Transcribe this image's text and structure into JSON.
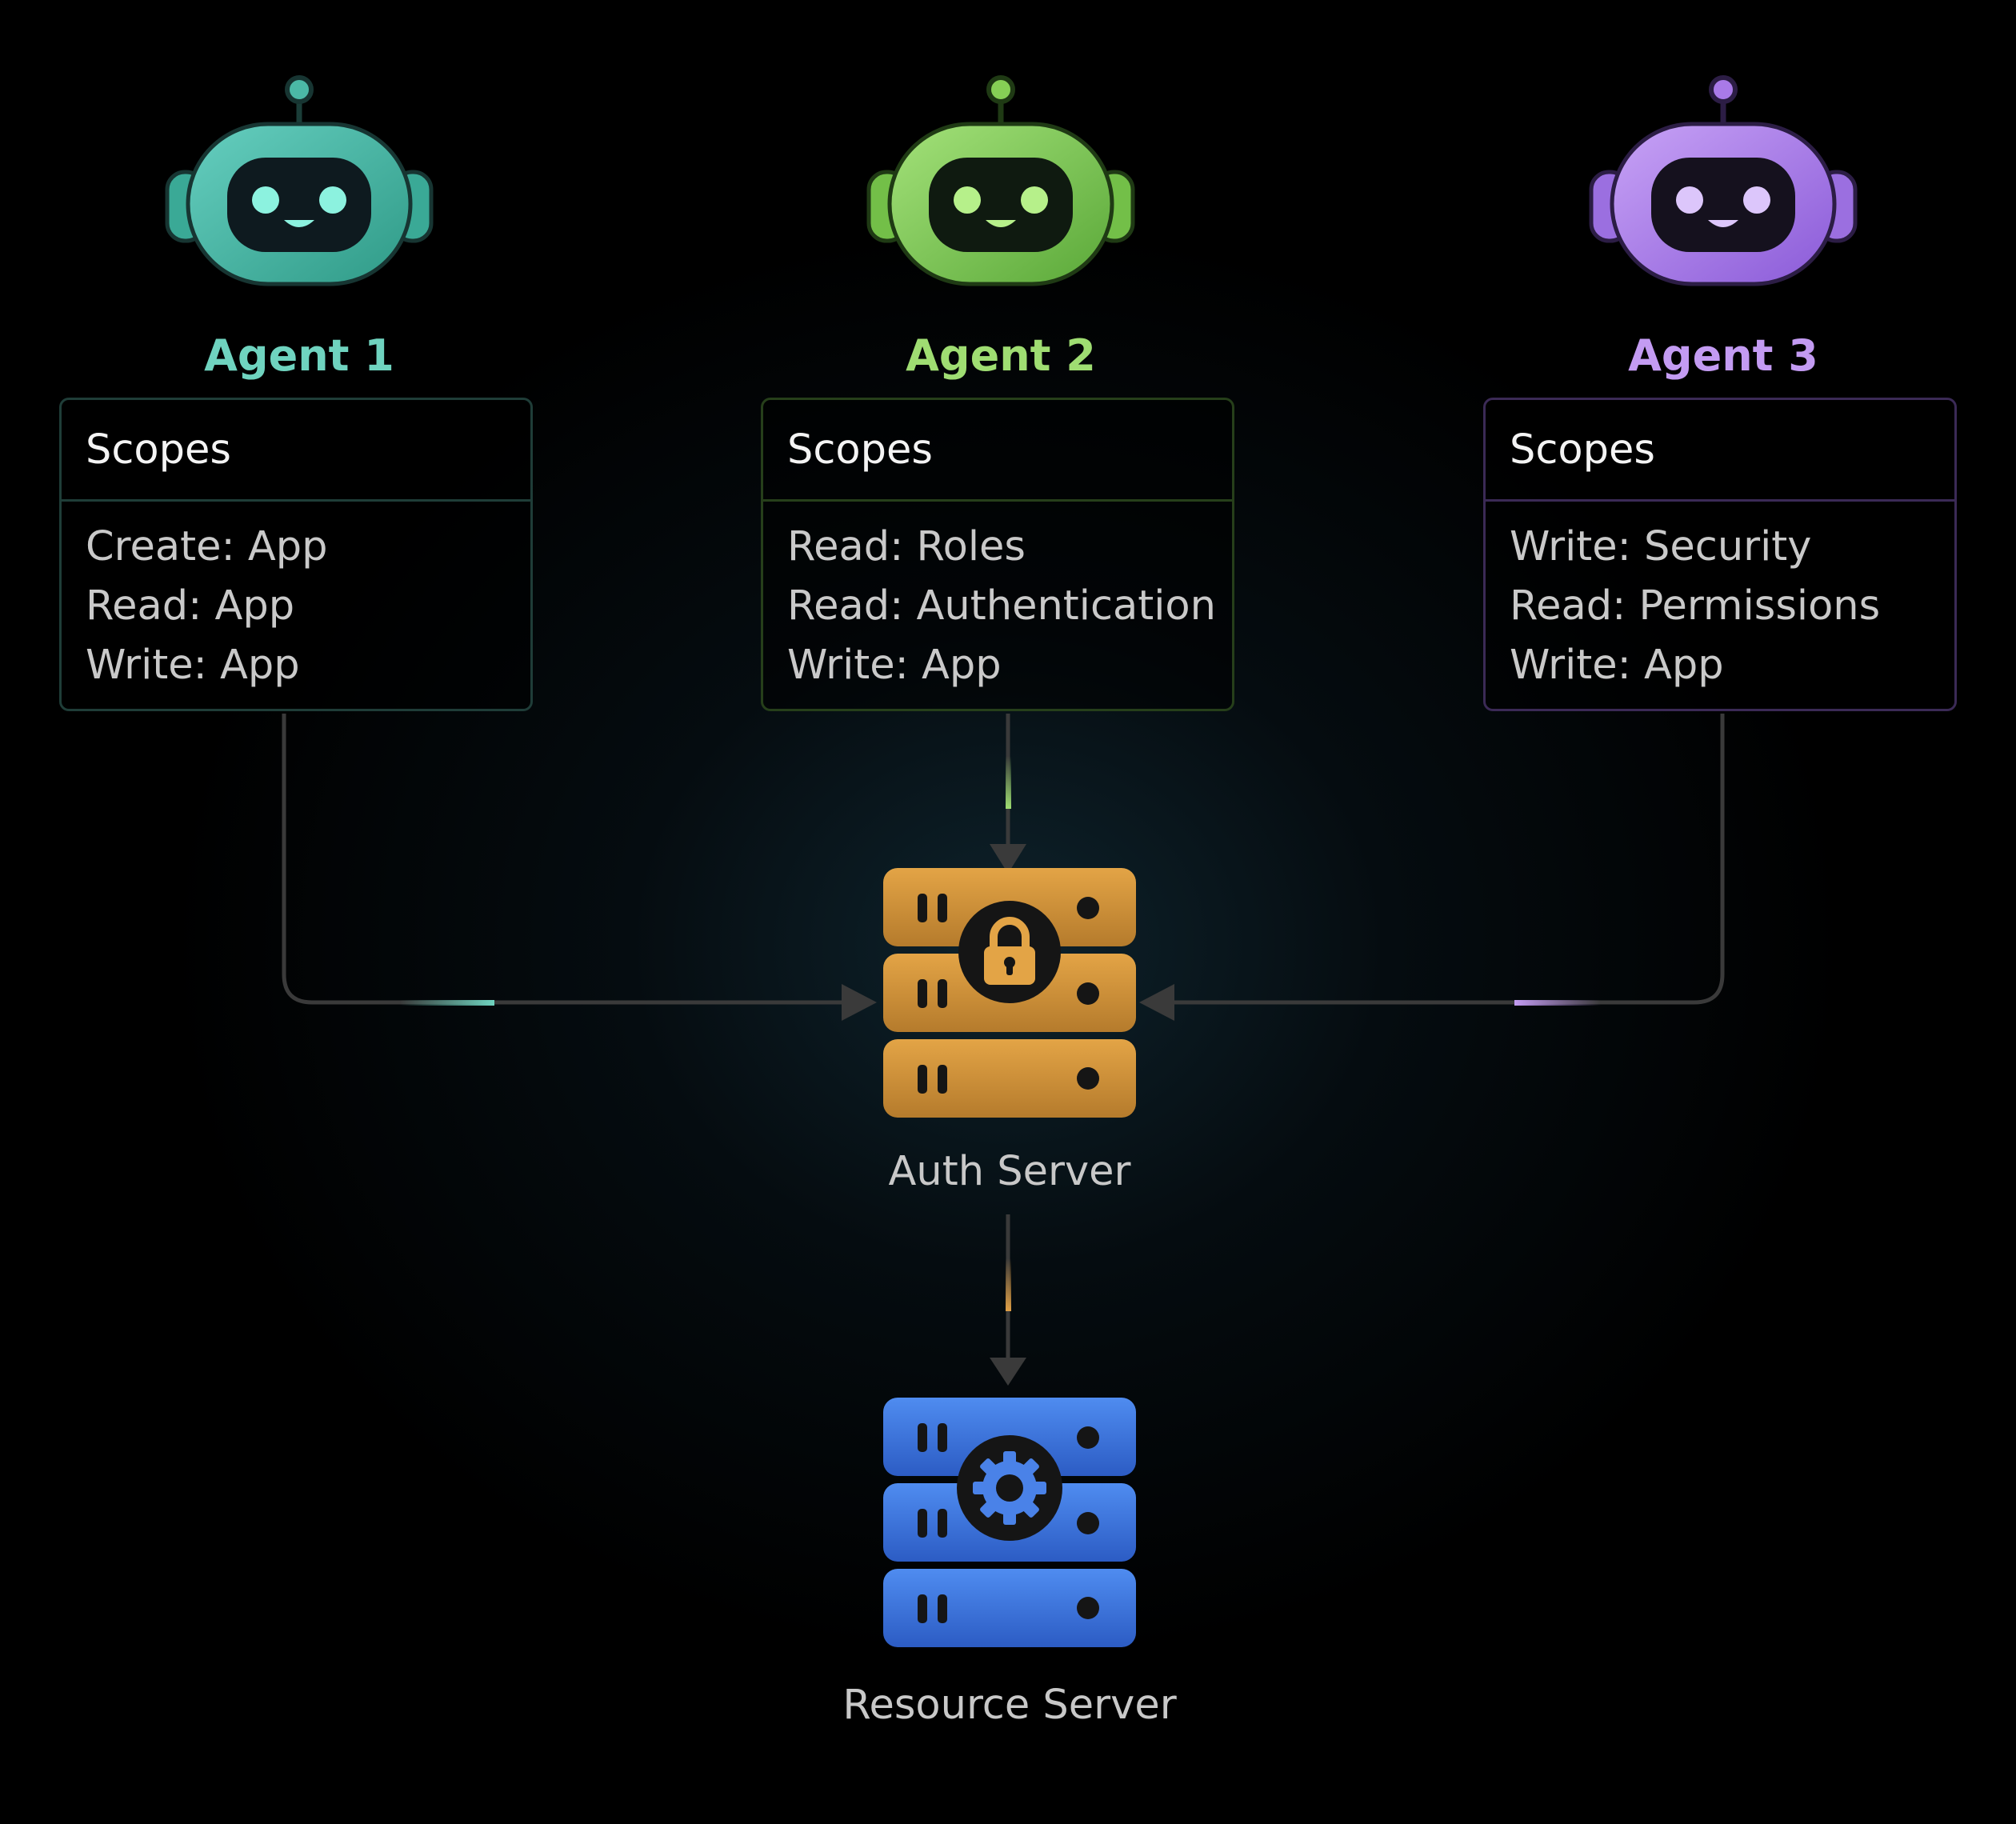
{
  "colors": {
    "background": "#000000",
    "agent_1": "#5ecbb4",
    "agent_2": "#8fd660",
    "agent_3": "#b78af0",
    "auth_server": "#d99a3a",
    "resource_server": "#4a82e8",
    "connector": "#3a3a3a"
  },
  "agents": [
    {
      "title": "Agent 1",
      "scopes_title": "Scopes",
      "scopes": [
        "Create: App",
        "Read: App",
        "Write: App"
      ]
    },
    {
      "title": "Agent 2",
      "scopes_title": "Scopes",
      "scopes": [
        "Read: Roles",
        "Read: Authentication",
        "Write: App"
      ]
    },
    {
      "title": "Agent 3",
      "scopes_title": "Scopes",
      "scopes": [
        "Write: Security",
        "Read: Permissions",
        "Write: App"
      ]
    }
  ],
  "auth_server": {
    "label": "Auth Server",
    "icon": "lock-icon"
  },
  "resource_server": {
    "label": "Resource Server",
    "icon": "gear-icon"
  }
}
